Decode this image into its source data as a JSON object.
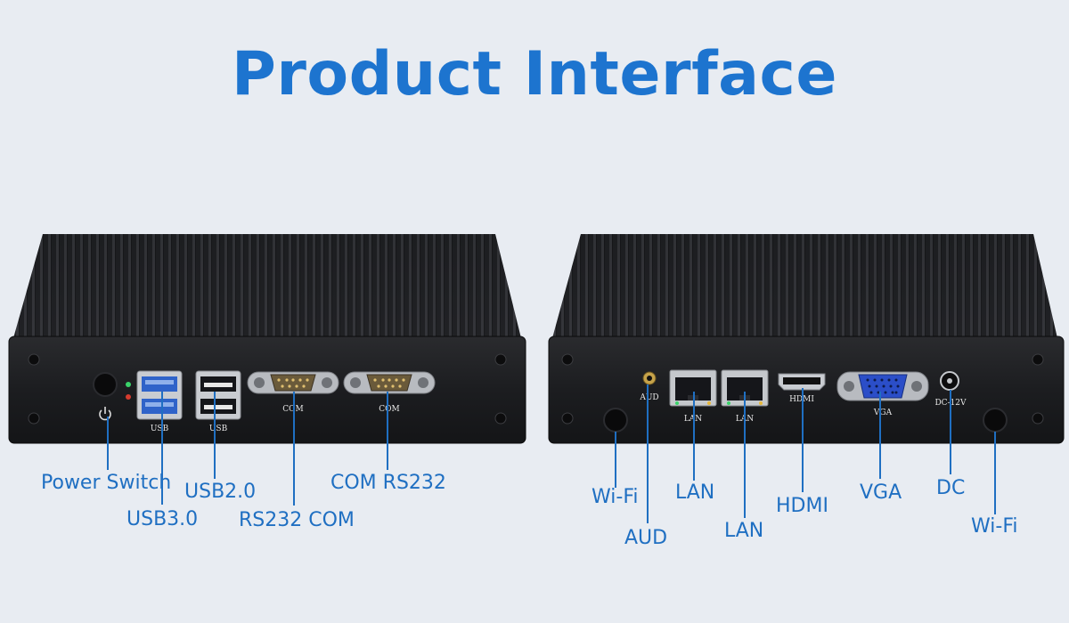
{
  "title": "Product Interface",
  "front_panel": {
    "port_labels": {
      "usb_a": "USB",
      "usb_b": "USB",
      "com_a": "COM",
      "com_b": "COM"
    },
    "callouts": {
      "power_switch": "Power Switch",
      "usb3": "USB3.0",
      "usb2": "USB2.0",
      "rs232_com": "RS232 COM",
      "com_rs232": "COM RS232"
    }
  },
  "back_panel": {
    "port_labels": {
      "aud": "AUD",
      "lan_a": "LAN",
      "lan_b": "LAN",
      "hdmi": "HDMI",
      "vga": "VGA",
      "dc": "DC-12V"
    },
    "callouts": {
      "wifi_left": "Wi-Fi",
      "aud": "AUD",
      "lan_a": "LAN",
      "lan_b": "LAN",
      "hdmi": "HDMI",
      "vga": "VGA",
      "dc": "DC",
      "wifi_right": "Wi-Fi"
    }
  },
  "colors": {
    "accent": "#1d74cf",
    "callout": "#1f6fc2",
    "chassis": "#1a1b1d",
    "usb3_blue": "#2f63c9",
    "vga_blue": "#2b4ec8",
    "led_green": "#3ad36a",
    "led_red": "#d63b2e"
  }
}
